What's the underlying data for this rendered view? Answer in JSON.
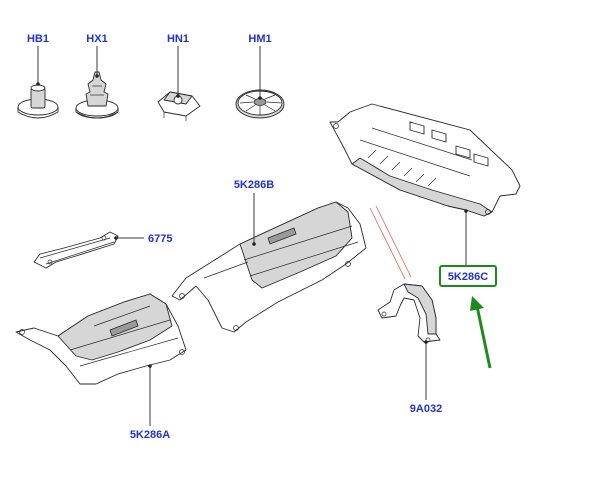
{
  "diagram": {
    "label_color": "#2233cc",
    "highlight_color": "#1e8a1e",
    "guide_color": "#e06060",
    "parts": [
      {
        "id": "hb1",
        "code": "HB1",
        "icon": "push-pin-fastener-icon"
      },
      {
        "id": "hx1",
        "code": "HX1",
        "icon": "christmas-tree-clip-icon"
      },
      {
        "id": "hn1",
        "code": "HN1",
        "icon": "speed-nut-icon"
      },
      {
        "id": "hm1",
        "code": "HM1",
        "icon": "star-washer-icon"
      },
      {
        "id": "p6775",
        "code": "6775",
        "icon": "bracket-icon"
      },
      {
        "id": "p5k286b",
        "code": "5K286B",
        "icon": "heat-shield-icon"
      },
      {
        "id": "p5k286c",
        "code": "5K286C",
        "icon": "heat-shield-icon",
        "highlighted": true
      },
      {
        "id": "p5k286a",
        "code": "5K286A",
        "icon": "heat-shield-icon"
      },
      {
        "id": "p9a032",
        "code": "9A032",
        "icon": "strap-bracket-icon"
      }
    ]
  }
}
